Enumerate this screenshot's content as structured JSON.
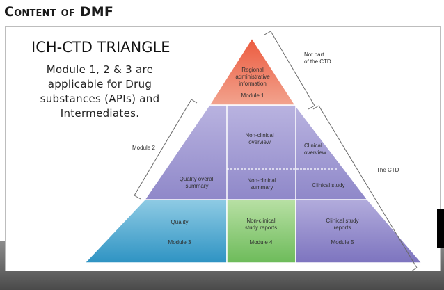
{
  "slide": {
    "title_first": "C",
    "title_rest": "ontent of",
    "title_end": "DMF"
  },
  "sidebar_text": {
    "heading": "ICH-CTD TRIANGLE",
    "note": "Module 1, 2 & 3 are applicable for Drug substances (APIs) and Intermediates."
  },
  "diagram": {
    "module1": {
      "line1": "Regional",
      "line2": "administrative",
      "line3": "information",
      "module": "Module 1"
    },
    "nonclinical_overview": {
      "line1": "Non-clinical",
      "line2": "overview"
    },
    "clinical_overview": {
      "line1": "Clinical",
      "line2": "overview"
    },
    "quality_summary": {
      "line1": "Quality overall",
      "line2": "summary"
    },
    "nonclinical_summary": {
      "line1": "Non-clinical",
      "line2": "summary"
    },
    "clinical_study": {
      "line1": "Clinical study"
    },
    "quality": {
      "line1": "Quality",
      "module": "Module 3"
    },
    "nonclinical_reports": {
      "line1": "Non-clinical",
      "line2": "study reports",
      "module": "Module 4"
    },
    "clinical_reports": {
      "line1": "Clinical study",
      "line2": "reports",
      "module": "Module 5"
    },
    "bracket_not_part": {
      "line1": "Not part",
      "line2": "of the CTD"
    },
    "bracket_module2": "Module 2",
    "bracket_ctd": "The CTD"
  },
  "colors": {
    "top_red": "#e8664a",
    "middle_purple": "#a9a3d6",
    "bottom_blue": "#4fa8cf",
    "green": "#8fcf7a",
    "bottom_purple": "#8e86c8"
  }
}
